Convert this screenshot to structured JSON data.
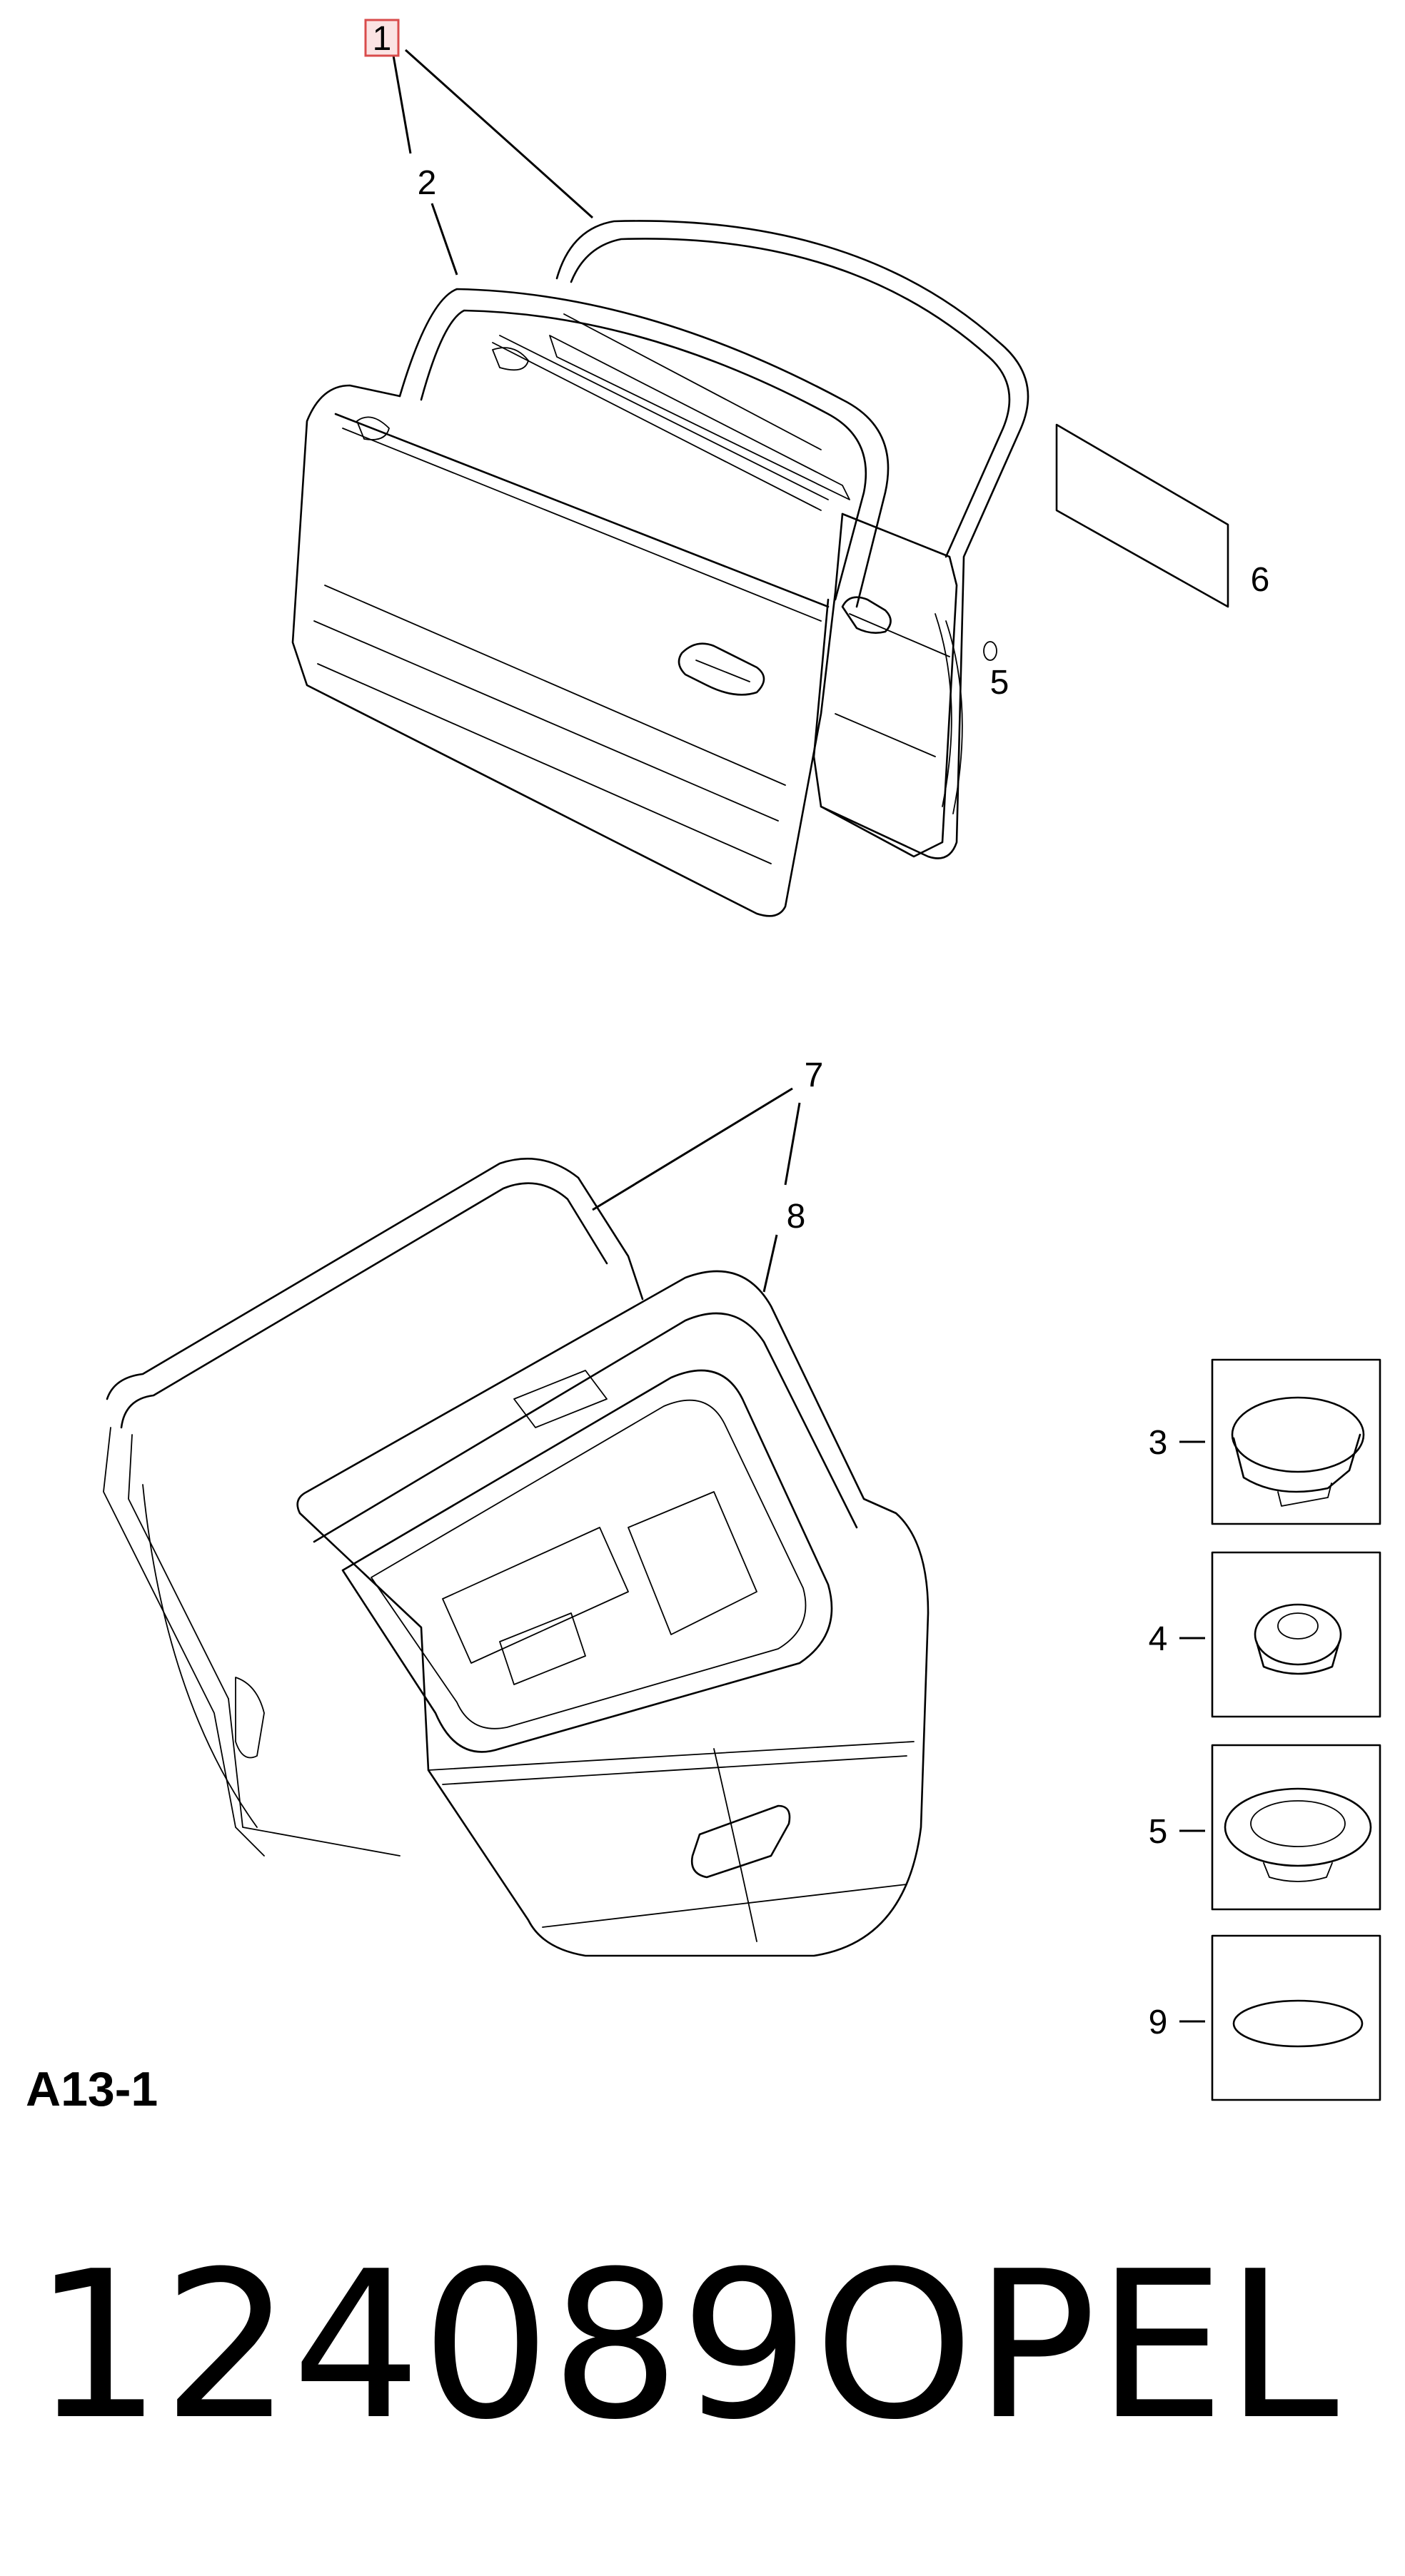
{
  "diagram": {
    "code": "A13-1",
    "part_number": "124089",
    "brand": "OPEL",
    "highlight_color": "#d94c4c",
    "callouts": [
      {
        "id": "c1",
        "text": "1",
        "highlighted": true
      },
      {
        "id": "c2",
        "text": "2"
      },
      {
        "id": "c5a",
        "text": "5"
      },
      {
        "id": "c6",
        "text": "6"
      },
      {
        "id": "c7",
        "text": "7"
      },
      {
        "id": "c8",
        "text": "8"
      },
      {
        "id": "c3",
        "text": "3"
      },
      {
        "id": "c4",
        "text": "4"
      },
      {
        "id": "c5b",
        "text": "5"
      },
      {
        "id": "c9",
        "text": "9"
      }
    ]
  }
}
